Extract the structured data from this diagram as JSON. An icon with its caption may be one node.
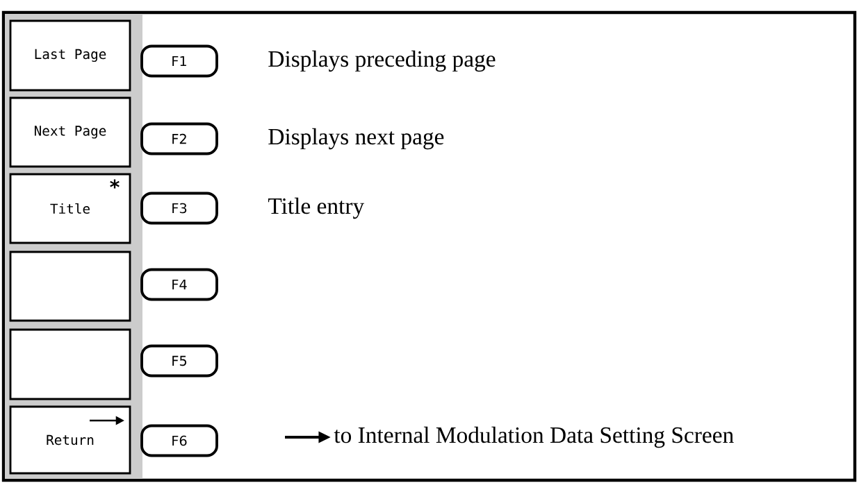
{
  "diagram": {
    "nodes": [
      {
        "text": [
          "Last Page"
        ]
      },
      {
        "text": [
          "Next Page"
        ]
      },
      {
        "text": [
          "Title",
          "*"
        ]
      },
      {
        "text": [],
        "shape": "box"
      },
      {
        "text": [],
        "shape": "box"
      },
      {
        "text": [
          "Return"
        ]
      },
      {
        "text": [
          "F1"
        ]
      },
      {
        "text": [
          "F2"
        ]
      },
      {
        "text": [
          "F3"
        ]
      },
      {
        "text": [
          "F4"
        ]
      },
      {
        "text": [
          "F5"
        ]
      },
      {
        "text": [
          "F6"
        ]
      }
    ],
    "labels": [
      "Displays preceding page",
      "Displays next page",
      "Title entry",
      "to Internal Modulation Data Setting Screen"
    ]
  }
}
